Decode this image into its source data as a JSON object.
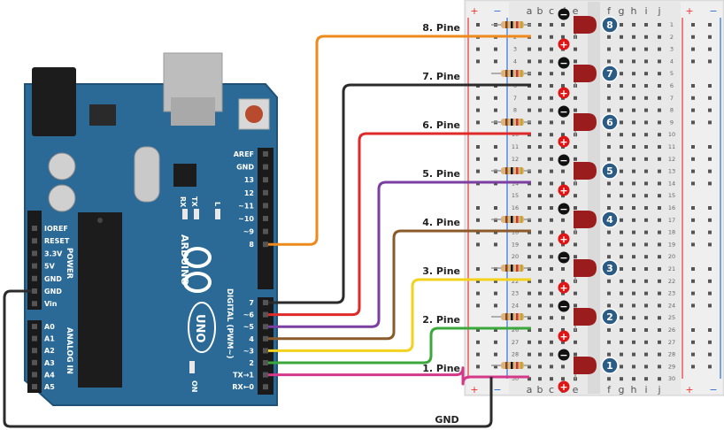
{
  "arduino": {
    "brand": "ARDUINO",
    "model": "UNO",
    "on_label": "ON",
    "tx": "TX",
    "rx": "RX",
    "l_label": "L",
    "digital_label": "DIGITAL (PWM~)",
    "power_label": "POWER",
    "analog_label": "ANALOG IN",
    "top_pins": [
      "AREF",
      "GND",
      "13",
      "12",
      "~11",
      "~10",
      "~9",
      "8"
    ],
    "bottom_pins": [
      "7",
      "~6",
      "~5",
      "4",
      "~3",
      "2",
      "TX→1",
      "RX←0"
    ],
    "power_pins": [
      "IOREF",
      "RESET",
      "3.3V",
      "5V",
      "GND",
      "GND",
      "Vin"
    ],
    "analog_pins": [
      "A0",
      "A1",
      "A2",
      "A3",
      "A4",
      "A5"
    ],
    "colors": {
      "board": "#2b6a96",
      "header": "#1a1a1a"
    }
  },
  "breadboard": {
    "cols_left": [
      "a",
      "b",
      "c",
      "d",
      "e"
    ],
    "cols_right": [
      "f",
      "g",
      "h",
      "i",
      "j"
    ],
    "plus": "+",
    "minus": "−",
    "rows": [
      "1",
      "2",
      "3",
      "4",
      "5",
      "6",
      "7",
      "8",
      "9",
      "10",
      "11",
      "12",
      "13",
      "14",
      "15",
      "16",
      "17",
      "18",
      "19",
      "20",
      "21",
      "22",
      "23",
      "24",
      "25",
      "26",
      "27",
      "28",
      "29",
      "30"
    ]
  },
  "wires": [
    {
      "label": "8. Pine",
      "color": "#ee8a1c",
      "pin": "8"
    },
    {
      "label": "7. Pine",
      "color": "#2b2b2b",
      "pin": "7"
    },
    {
      "label": "6. Pine",
      "color": "#e02a2a",
      "pin": "~6"
    },
    {
      "label": "5. Pine",
      "color": "#7a3fa0",
      "pin": "~5"
    },
    {
      "label": "4. Pine",
      "color": "#8b5a2b",
      "pin": "4"
    },
    {
      "label": "3. Pine",
      "color": "#f2d21c",
      "pin": "~3"
    },
    {
      "label": "2. Pine",
      "color": "#3ca83c",
      "pin": "2"
    },
    {
      "label": "1. Pine",
      "color": "#d4388a",
      "pin": "TX→1"
    }
  ],
  "gnd_label": "GND",
  "leds": [
    "8",
    "7",
    "6",
    "5",
    "4",
    "3",
    "2",
    "1"
  ],
  "plus_sign": "+",
  "minus_sign": "−"
}
